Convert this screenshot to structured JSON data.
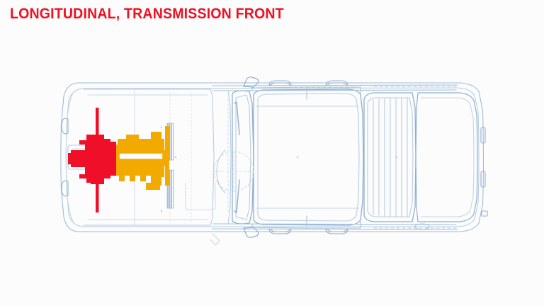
{
  "page": {
    "title": "LONGITUDINAL, TRANSMISSION FRONT",
    "background_color": "#fcfcfc"
  },
  "title": {
    "text": "LONGITUDINAL, TRANSMISSION FRONT",
    "color": "#ee1122"
  },
  "diagram": {
    "name": "car-top-view-drivetrain-layout",
    "description": "Top-view technical line drawing of a sedan with the engine and transmission assembly highlighted",
    "view": "top-down / plan view",
    "line_art_color": "#9fbcd8",
    "line_art_color_light": "#c3d6e8",
    "components": [
      {
        "name": "engine-block",
        "label": "Engine",
        "color": "#f2aa00",
        "orientation": "longitudinal",
        "position": "front"
      },
      {
        "name": "transmission-block",
        "label": "Transmission",
        "color": "#ef0f28",
        "orientation": "longitudinal",
        "position": "front, ahead of front axle"
      },
      {
        "name": "front-axle-line",
        "label": "Front axle",
        "color": "#ef0f28"
      },
      {
        "name": "radiator",
        "label": "Radiator",
        "color": "#9fbcd8"
      }
    ],
    "car_body": {
      "name": "sedan-body-outline",
      "features": [
        "hood",
        "windshield",
        "roof",
        "rear-window",
        "trunk-lid",
        "front-doors",
        "rear-doors",
        "side-mirrors",
        "door-handles",
        "front-bumper",
        "rear-bumper"
      ]
    }
  }
}
